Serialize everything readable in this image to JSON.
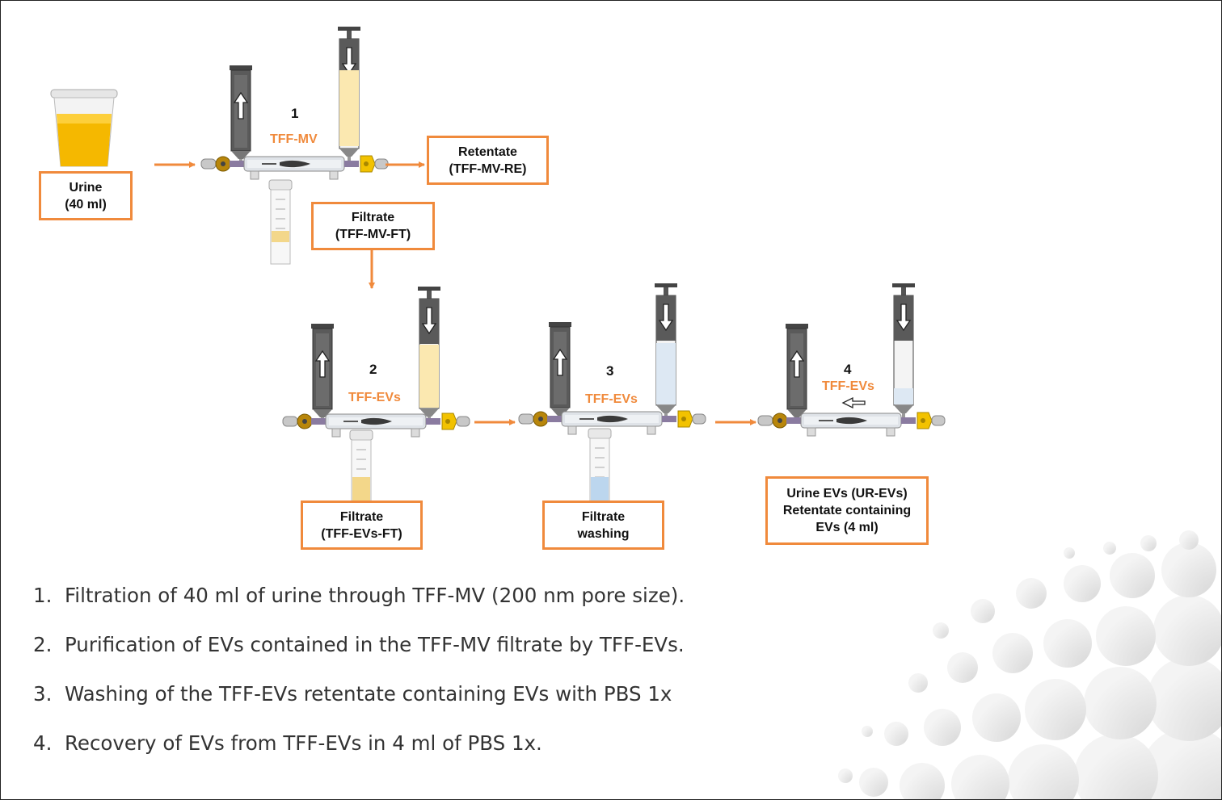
{
  "boxes": {
    "urine": [
      "Urine",
      "(40 ml)"
    ],
    "retentate_mv": [
      "Retentate",
      "(TFF-MV-RE)"
    ],
    "filtrate_mv": [
      "Filtrate",
      "(TFF-MV-FT)"
    ],
    "filtrate_evs": [
      "Filtrate",
      "(TFF-EVs-FT)"
    ],
    "filtrate_washing": [
      "Filtrate",
      "washing"
    ],
    "ur_evs": [
      "Urine EVs (UR-EVs)",
      "Retentate containing",
      "EVs (4 ml)"
    ]
  },
  "stages": [
    {
      "number": "1",
      "device": "TFF-MV"
    },
    {
      "number": "2",
      "device": "TFF-EVs"
    },
    {
      "number": "3",
      "device": "TFF-EVs"
    },
    {
      "number": "4",
      "device": "TFF-EVs"
    }
  ],
  "steps": [
    "Filtration of 40 ml of urine through TFF-MV (200 nm pore size).",
    "Purification of EVs contained in the TFF-MV filtrate by TFF-EVs.",
    "Washing of the TFF-EVs retentate containing EVs with PBS 1x",
    "Recovery of EVs from TFF-EVs  in 4 ml of PBS 1x."
  ],
  "colors": {
    "accent": "#f08a3c",
    "urine": "#f5b800",
    "pbs": "#c6dcef",
    "syringe": "#5a5a5a",
    "valve": "#f2c200"
  }
}
